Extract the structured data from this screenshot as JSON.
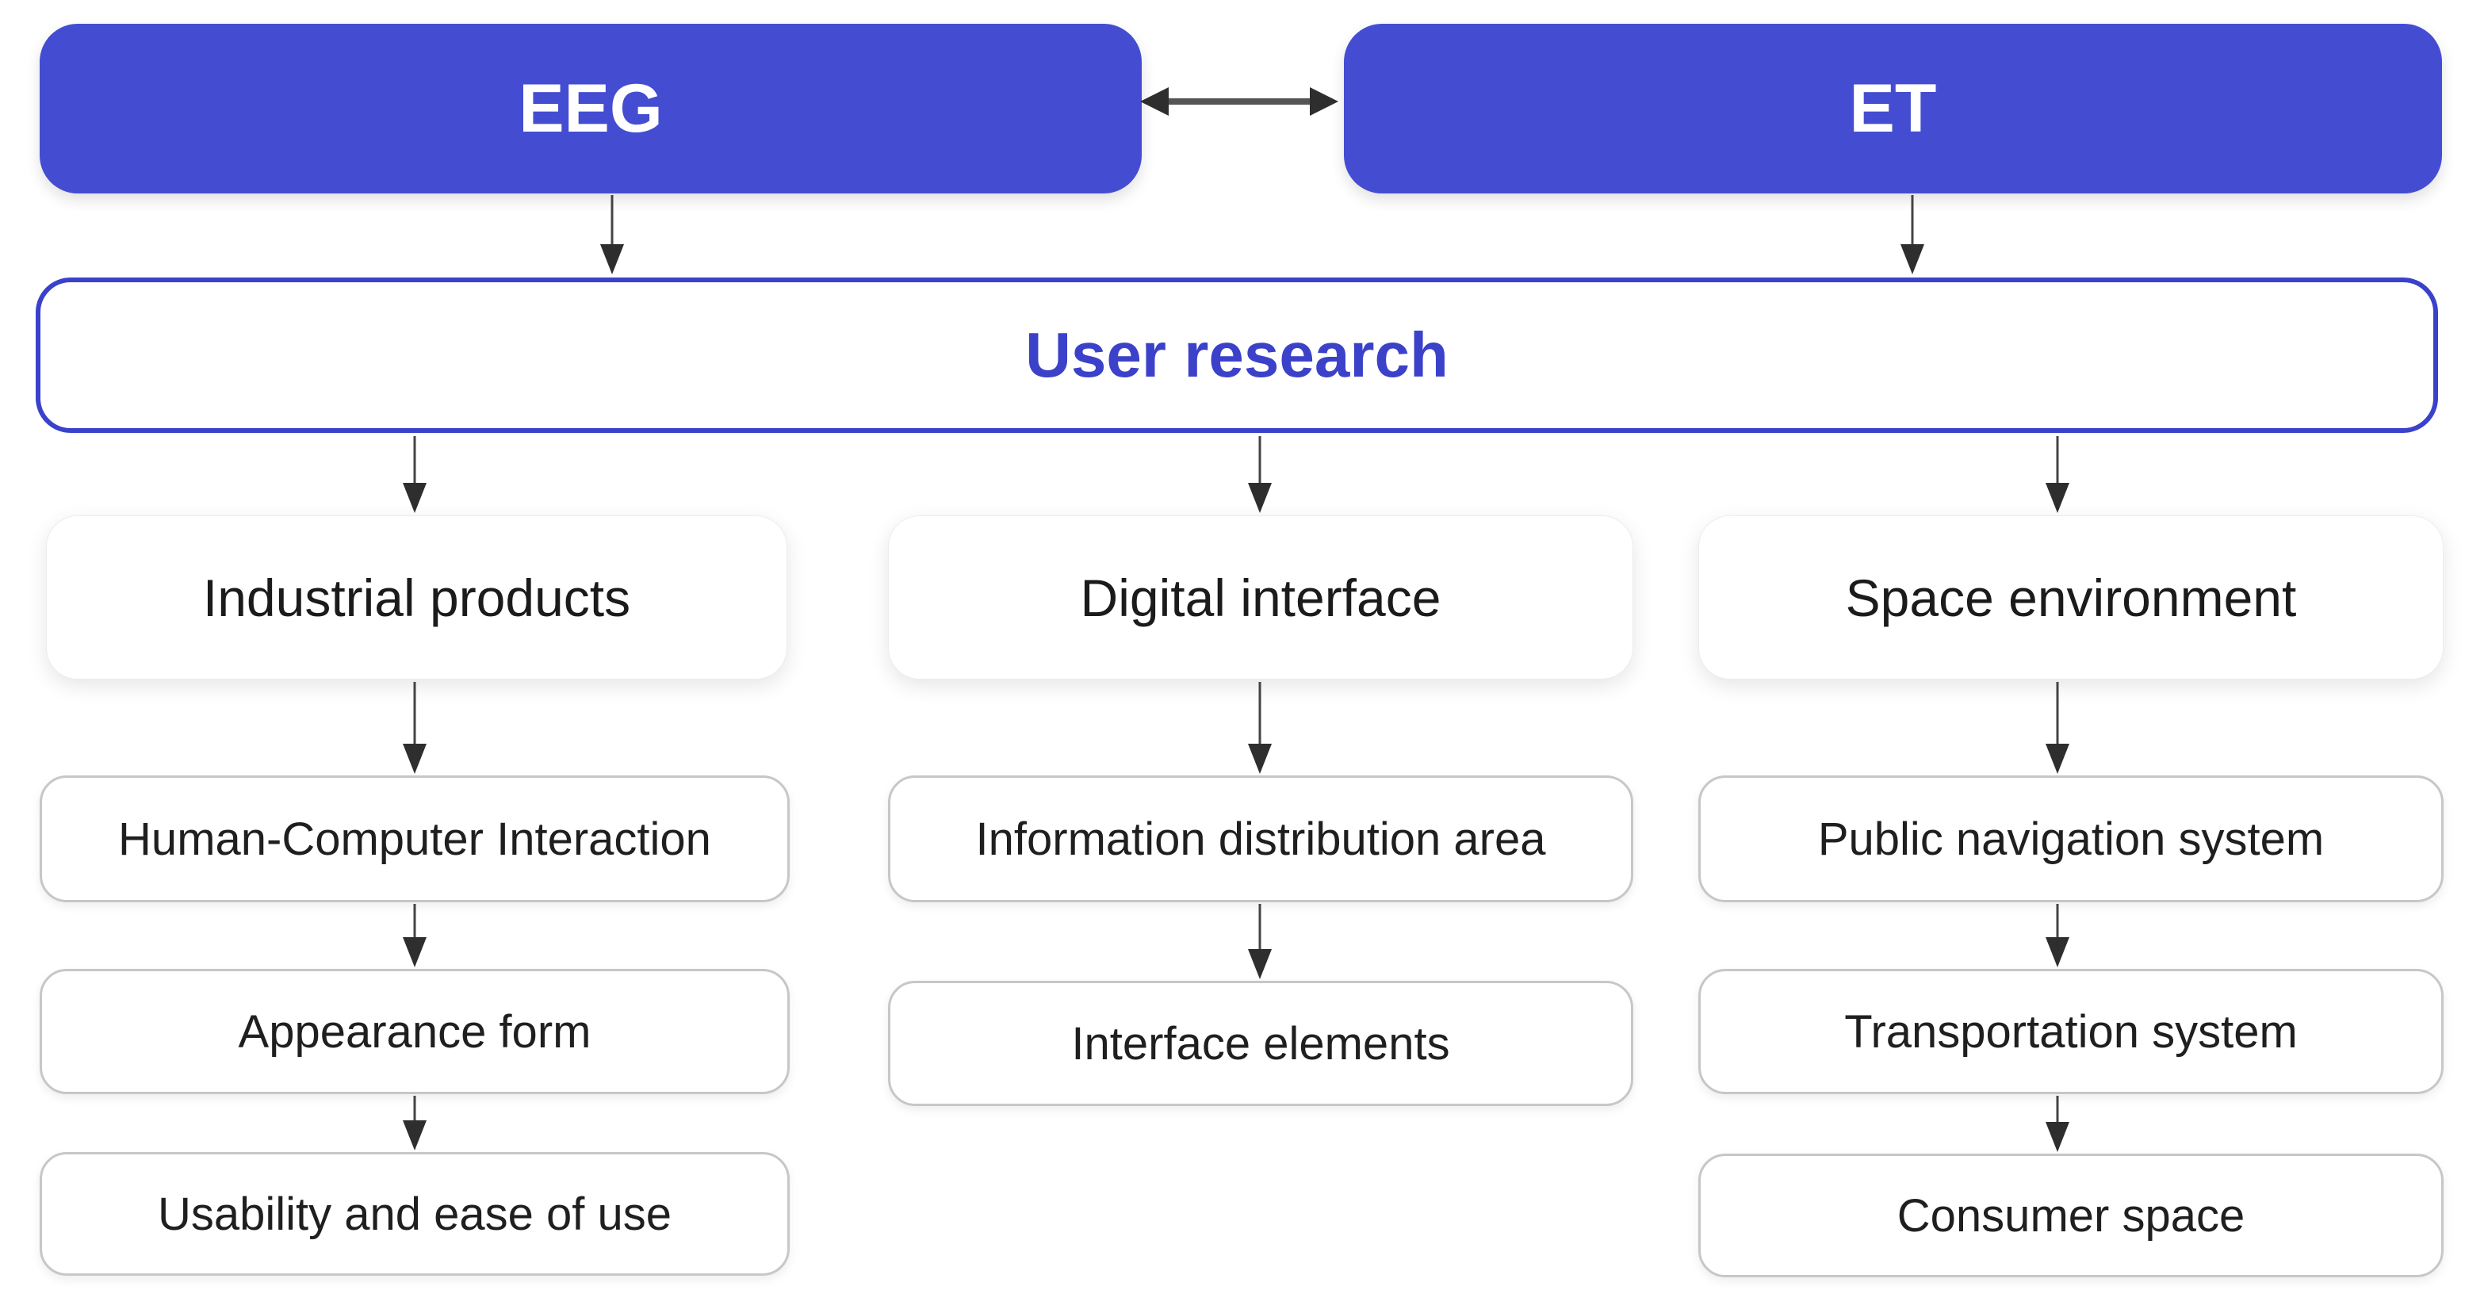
{
  "diagram": {
    "top_row": [
      {
        "id": "eeg",
        "label": "EEG"
      },
      {
        "id": "et",
        "label": "ET"
      }
    ],
    "hub": {
      "id": "user-research",
      "label": "User research"
    },
    "columns": [
      {
        "header": {
          "id": "industrial-products",
          "label": "Industrial products"
        },
        "items": [
          {
            "id": "human-computer-interaction",
            "label": "Human-Computer Interaction"
          },
          {
            "id": "appearance-form",
            "label": "Appearance form"
          },
          {
            "id": "usability-and-ease-of-use",
            "label": "Usability and ease of use"
          }
        ]
      },
      {
        "header": {
          "id": "digital-interface",
          "label": "Digital interface"
        },
        "items": [
          {
            "id": "information-distribution-area",
            "label": "Information distribution area"
          },
          {
            "id": "interface-elements",
            "label": "Interface elements"
          }
        ]
      },
      {
        "header": {
          "id": "space-environment",
          "label": "Space environment"
        },
        "items": [
          {
            "id": "public-navigation-system",
            "label": "Public navigation system"
          },
          {
            "id": "transportation-system",
            "label": "Transportation system"
          },
          {
            "id": "consumer-space",
            "label": "Consumer space"
          }
        ]
      }
    ],
    "edges": [
      {
        "from": "eeg",
        "to": "et",
        "bidirectional": true
      },
      {
        "from": "eeg",
        "to": "user-research"
      },
      {
        "from": "et",
        "to": "user-research"
      },
      {
        "from": "user-research",
        "to": "industrial-products"
      },
      {
        "from": "user-research",
        "to": "digital-interface"
      },
      {
        "from": "user-research",
        "to": "space-environment"
      },
      {
        "from": "industrial-products",
        "to": "human-computer-interaction"
      },
      {
        "from": "human-computer-interaction",
        "to": "appearance-form"
      },
      {
        "from": "appearance-form",
        "to": "usability-and-ease-of-use"
      },
      {
        "from": "digital-interface",
        "to": "information-distribution-area"
      },
      {
        "from": "information-distribution-area",
        "to": "interface-elements"
      },
      {
        "from": "space-environment",
        "to": "public-navigation-system"
      },
      {
        "from": "public-navigation-system",
        "to": "transportation-system"
      },
      {
        "from": "transportation-system",
        "to": "consumer-space"
      }
    ],
    "colors": {
      "node_fill_blue": "#444DD1",
      "node_border_blue": "#3A41CB",
      "hub_text_blue": "#3B41C9",
      "item_text": "#1F1F1F",
      "item_border": "#C7C7C7",
      "arrow": "#2E2E2E",
      "background": "#FFFFFF"
    }
  }
}
